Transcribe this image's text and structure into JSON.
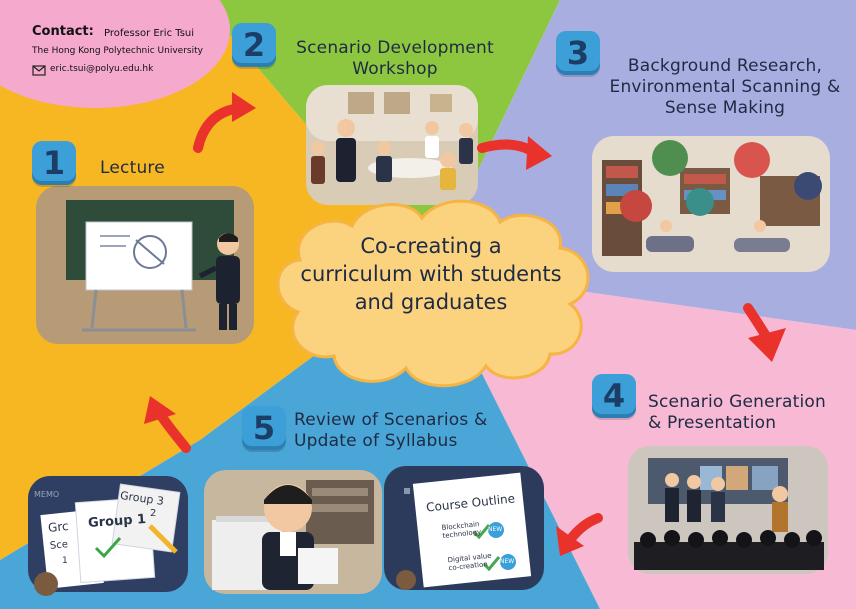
{
  "contact": {
    "label": "Contact:",
    "name": "Professor Eric Tsui",
    "university": "The Hong Kong Polytechnic University",
    "email": "eric.tsui@polyu.edu.hk",
    "email_icon": "mail-icon"
  },
  "center": {
    "line1": "Co-creating a",
    "line2": "curriculum with students",
    "line3": "and graduates"
  },
  "steps": [
    {
      "number": "1",
      "title_lines": [
        "Lecture"
      ]
    },
    {
      "number": "2",
      "title_lines": [
        "Scenario Development",
        "Workshop"
      ]
    },
    {
      "number": "3",
      "title_lines": [
        "Background Research,",
        "Environmental Scanning &",
        "Sense Making"
      ]
    },
    {
      "number": "4",
      "title_lines": [
        "Scenario Generation",
        "& Presentation"
      ]
    },
    {
      "number": "5",
      "title_lines": [
        "Review of Scenarios &",
        "Update of Syllabus"
      ]
    }
  ],
  "illustrations": {
    "lecture_board": "Lecture illustration",
    "course_outline": {
      "title": "Course Outline",
      "item1_line1": "Blockchain",
      "item1_line2": "technology",
      "item2_line1": "Digital value",
      "item2_line2": "co-creation",
      "badge": "NEW"
    },
    "group_sheets": {
      "sheet_front": "Group 1",
      "sheet_back": "Group 3",
      "sheet_left": "Grc",
      "sheet_left2": "Sce",
      "memo": "MEMO",
      "small_num": "2",
      "small_num2": "1"
    }
  },
  "colors": {
    "lecture_yellow": "#f7b723",
    "workshop_green": "#8dc63f",
    "research_lavender": "#a9aee0",
    "presentation_pink": "#f7b9d3",
    "review_blue": "#4aa6d6",
    "contact_pink": "#f5a9cd",
    "badge_blue": "#3d9fd8",
    "arrow_red": "#e8322b",
    "cloud_fill": "#fbd27e"
  }
}
